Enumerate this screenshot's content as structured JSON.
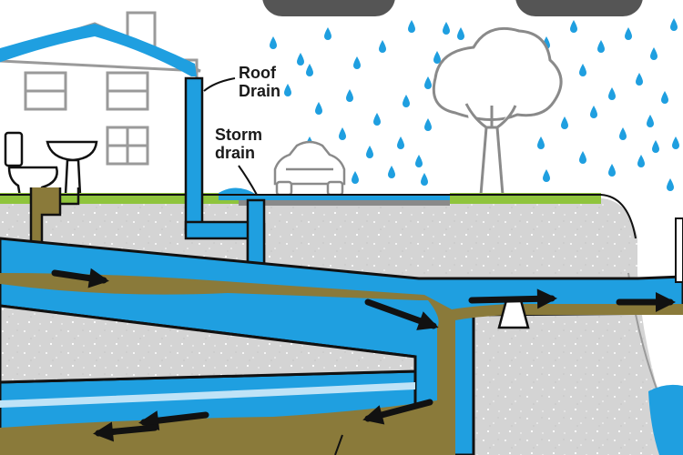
{
  "labels": {
    "roof_drain": [
      "Roof",
      "Drain"
    ],
    "storm_drain": [
      "Storm",
      "drain"
    ]
  },
  "colors": {
    "water": "#1f9fe0",
    "water_light": "#bfe3f7",
    "sewage": "#8a7a3a",
    "soil": "#d4d4d4",
    "grass": "#8fc43c",
    "outline": "#111111",
    "line_art": "#9a9a9a",
    "cloud": "#555555"
  },
  "icons": [
    "house-icon",
    "toilet-icon",
    "sink-icon",
    "car-icon",
    "tree-icon",
    "raindrop-icon",
    "flow-arrow-icon",
    "overflow-weir-icon"
  ]
}
